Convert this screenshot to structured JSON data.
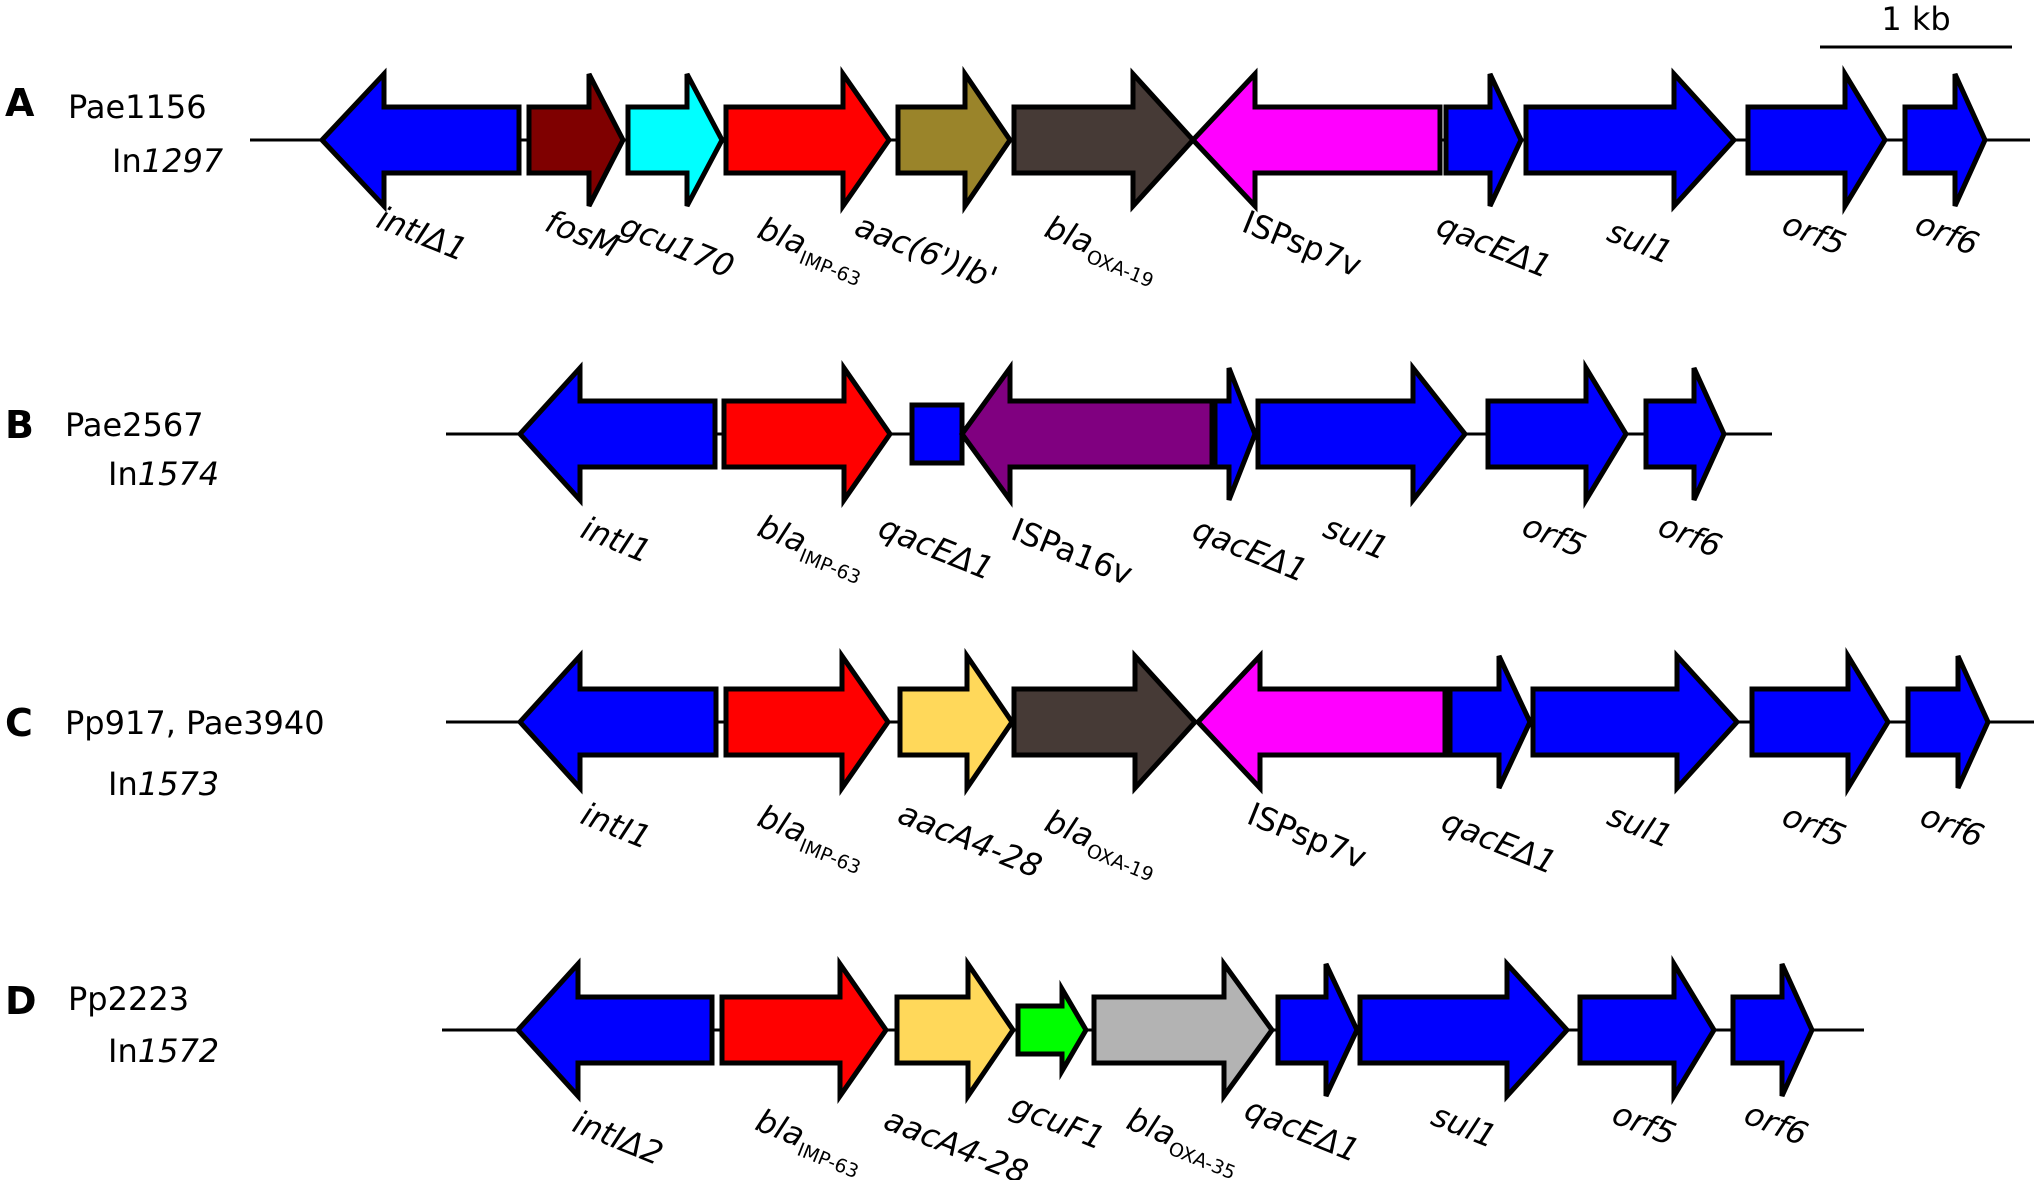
{
  "scale_bar": {
    "label": "1 kb"
  },
  "panels": [
    {
      "letter": "A",
      "strain": "Pae1156",
      "integron_prefix": "In",
      "integron_num": "1297",
      "genes": [
        {
          "label": "intIΔ1",
          "color": "#0000FF"
        },
        {
          "label": "fosM",
          "color": "#7F0000"
        },
        {
          "label": "gcu170",
          "color": "#00FFFF"
        },
        {
          "label": "bla",
          "sub": "IMP-63",
          "color": "#FF0000"
        },
        {
          "label": "aac(6')Ib'",
          "color": "#9A842A"
        },
        {
          "label": "bla",
          "sub": "OXA-19",
          "color": "#463A36"
        },
        {
          "label": "ISPsp7v",
          "color": "#FF00FF",
          "upright": true
        },
        {
          "label": "qacEΔ1",
          "color": "#0000FF"
        },
        {
          "label": "sul1",
          "color": "#0000FF"
        },
        {
          "label": "orf5",
          "color": "#0000FF"
        },
        {
          "label": "orf6",
          "color": "#0000FF"
        }
      ]
    },
    {
      "letter": "B",
      "strain": "Pae2567",
      "integron_prefix": "In",
      "integron_num": "1574",
      "genes": [
        {
          "label": "intI1",
          "color": "#0000FF"
        },
        {
          "label": "bla",
          "sub": "IMP-63",
          "color": "#FF0000"
        },
        {
          "label": "qacEΔ1",
          "color": "#0000FF"
        },
        {
          "label": "ISPa16v",
          "color": "#800080",
          "upright": true
        },
        {
          "label": "qacEΔ1",
          "color": "#0000FF"
        },
        {
          "label": "sul1",
          "color": "#0000FF"
        },
        {
          "label": "orf5",
          "color": "#0000FF"
        },
        {
          "label": "orf6",
          "color": "#0000FF"
        }
      ]
    },
    {
      "letter": "C",
      "strain": "Pp917, Pae3940",
      "integron_prefix": "In",
      "integron_num": "1573",
      "genes": [
        {
          "label": "intI1",
          "color": "#0000FF"
        },
        {
          "label": "bla",
          "sub": "IMP-63",
          "color": "#FF0000"
        },
        {
          "label": "aacA4-28",
          "color": "#FFD85A"
        },
        {
          "label": "bla",
          "sub": "OXA-19",
          "color": "#463A36"
        },
        {
          "label": "ISPsp7v",
          "color": "#FF00FF",
          "upright": true
        },
        {
          "label": "qacEΔ1",
          "color": "#0000FF"
        },
        {
          "label": "sul1",
          "color": "#0000FF"
        },
        {
          "label": "orf5",
          "color": "#0000FF"
        },
        {
          "label": "orf6",
          "color": "#0000FF"
        }
      ]
    },
    {
      "letter": "D",
      "strain": "Pp2223",
      "integron_prefix": "In",
      "integron_num": "1572",
      "genes": [
        {
          "label": "intIΔ2",
          "color": "#0000FF"
        },
        {
          "label": "bla",
          "sub": "IMP-63",
          "color": "#FF0000"
        },
        {
          "label": "aacA4-28",
          "color": "#FFD85A"
        },
        {
          "label": "gcuF1",
          "color": "#00FF00"
        },
        {
          "label": "bla",
          "sub": "OXA-35",
          "color": "#B3B3B3"
        },
        {
          "label": "qacEΔ1",
          "color": "#0000FF"
        },
        {
          "label": "sul1",
          "color": "#0000FF"
        },
        {
          "label": "orf5",
          "color": "#0000FF"
        },
        {
          "label": "orf6",
          "color": "#0000FF"
        }
      ]
    }
  ]
}
